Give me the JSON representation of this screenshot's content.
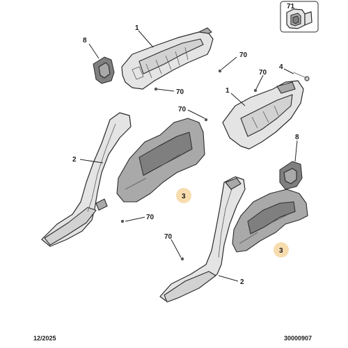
{
  "callouts": {
    "c71": "71",
    "c1_top": "1",
    "c8_top": "8",
    "c70_a": "70",
    "c70_b": "70",
    "c70_c": "70",
    "c4": "4",
    "c1_right": "1",
    "c70_d": "70",
    "c2_left": "2",
    "c3_left": "3",
    "c8_right": "8",
    "c70_e": "70",
    "c70_f": "70",
    "c3_right": "3",
    "c2_bottom": "2"
  },
  "footer": {
    "date": "12/2025",
    "reference": "30000907"
  },
  "colors": {
    "highlight": "#f7dcae",
    "part_fill": "#e4e4e4",
    "outline": "#2a2a2a"
  }
}
